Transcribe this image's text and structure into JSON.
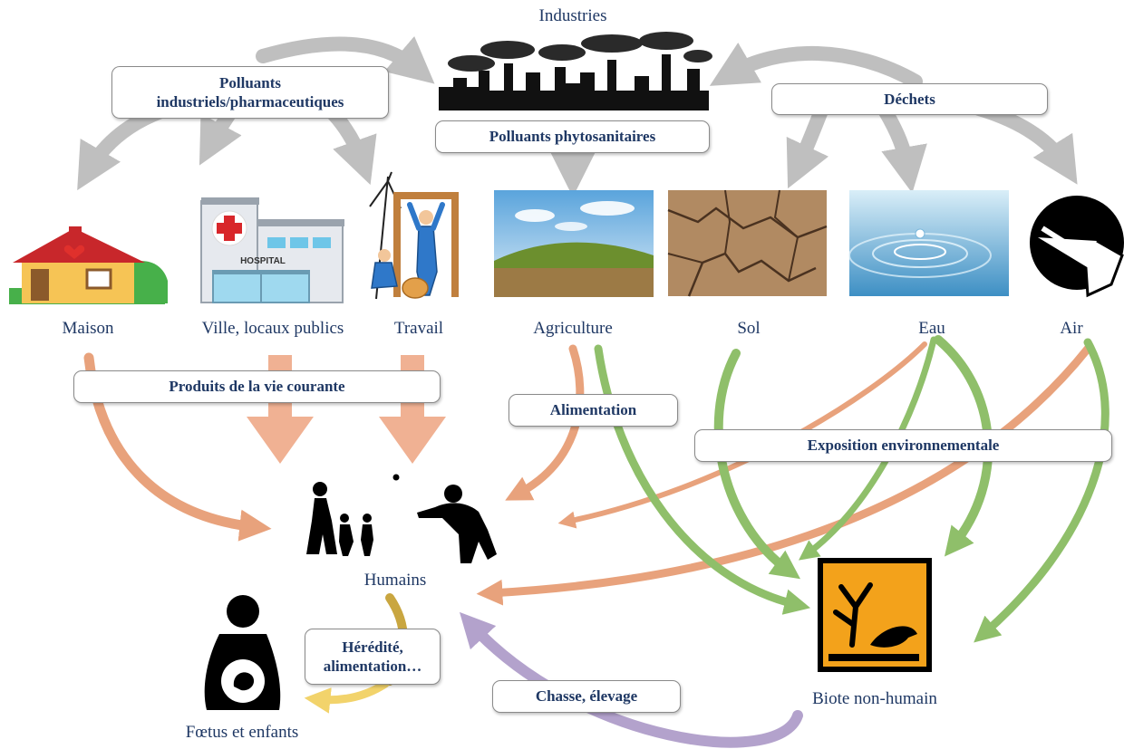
{
  "nodes": {
    "industries": "Industries",
    "maison": "Maison",
    "ville": "Ville, locaux publics",
    "travail": "Travail",
    "agriculture": "Agriculture",
    "sol": "Sol",
    "eau": "Eau",
    "air": "Air",
    "humains": "Humains",
    "foetus": "Fœtus et enfants",
    "biote": "Biote non-humain"
  },
  "boxes": {
    "polluants_ind": "Polluants industriels/pharmaceutiques",
    "polluants_phyto": "Polluants phytosanitaires",
    "dechets": "Déchets",
    "produits": "Produits de la vie courante",
    "alimentation": "Alimentation",
    "exposition": "Exposition environnementale",
    "heredite": "Hérédité, alimentation…",
    "chasse": "Chasse, élevage"
  },
  "hospital_sign": "HOSPITAL",
  "colors": {
    "label_text": "#1f3864",
    "gray_arrow": "#bfbfbf",
    "salmon_arrow": "#e8a27c",
    "green_arrow": "#8fbf6a",
    "purple_arrow": "#b3a2cc",
    "gold_arrow": "#c9a640",
    "yellow_arrow": "#f2d36b",
    "hazard_orange": "#f3a21b"
  }
}
